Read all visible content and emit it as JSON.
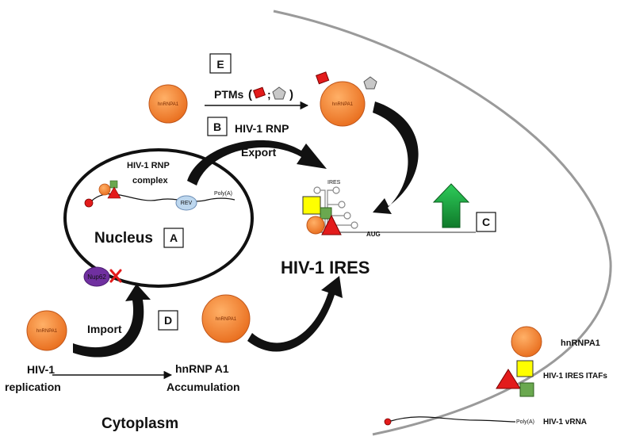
{
  "labels": {
    "nucleus": "Nucleus",
    "cytoplasm": "Cytoplasm",
    "hiv_ires": "HIV-1 IRES",
    "rnp_complex_line1": "HIV-1 RNP",
    "rnp_complex_line2": "complex",
    "rnp_export_line1": "HIV-1 RNP",
    "rnp_export_line2": "Export",
    "ptms": "PTMs",
    "ptms_open": "(",
    "ptms_sep": ";",
    "ptms_close": ")",
    "import": "Import",
    "replication_line1": "HIV-1",
    "replication_line2": "replication",
    "accumulation_line1": "hnRNP A1",
    "accumulation_line2": "Accumulation",
    "rev": "REV",
    "polya": "Poly(A)",
    "nup62": "Nup62",
    "ires_small": "IRES",
    "aug": "AUG",
    "hnrnpa1_circle": "hnRNPA1"
  },
  "boxes": {
    "a": "A",
    "b": "B",
    "c": "C",
    "d": "D",
    "e": "E"
  },
  "legend": {
    "hnrnpa1": "hnRNPA1",
    "itafs": "HIV-1 IRES ITAFs",
    "vrna_polya": "Poly(A)",
    "vrna": "HIV-1 vRNA"
  },
  "colors": {
    "protein": "#ee7a2a",
    "itaf_red": "#e31b1b",
    "itaf_yellow": "#ffff00",
    "itaf_green": "#6aa84f",
    "nup62": "#7030a0",
    "rev": "#bdd7ee",
    "up_arrow": "#1e9b3c"
  }
}
